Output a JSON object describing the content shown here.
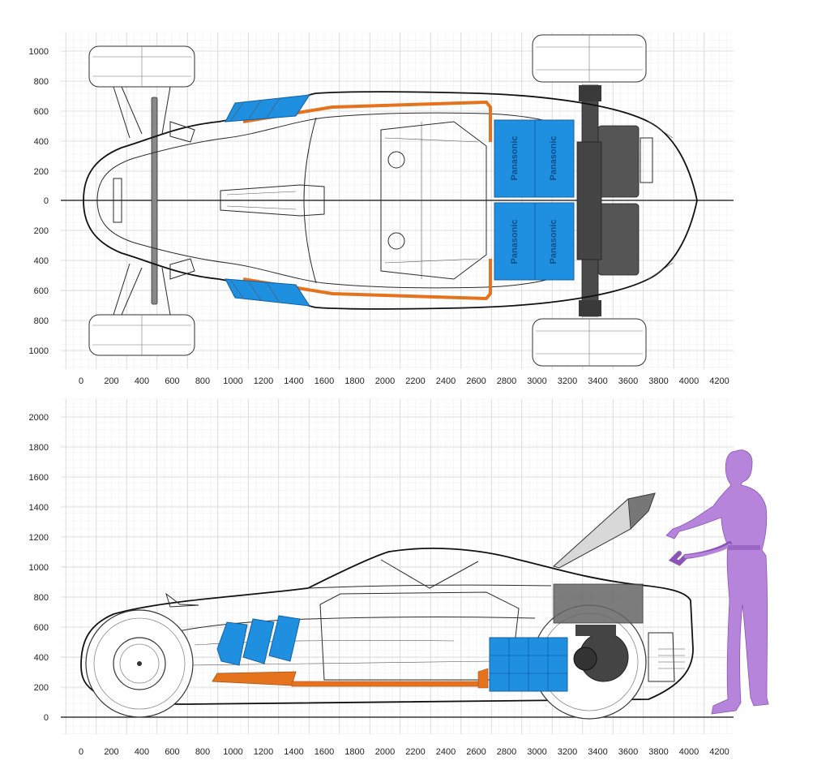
{
  "top_view": {
    "x_ticks": [
      "0",
      "200",
      "400",
      "600",
      "800",
      "1000",
      "1200",
      "1400",
      "1600",
      "1800",
      "2000",
      "2200",
      "2400",
      "2600",
      "2800",
      "3000",
      "3200",
      "3400",
      "3600",
      "3800",
      "4000",
      "4200"
    ],
    "y_ticks": [
      "1000",
      "800",
      "600",
      "400",
      "200",
      "0",
      "200",
      "400",
      "600",
      "800",
      "1000"
    ],
    "battery_labels": [
      "Panasonic",
      "Panasonic",
      "Panasonic",
      "Panasonic"
    ]
  },
  "side_view": {
    "x_ticks": [
      "0",
      "200",
      "400",
      "600",
      "800",
      "1000",
      "1200",
      "1400",
      "1600",
      "1800",
      "2000",
      "2200",
      "2400",
      "2600",
      "2800",
      "3000",
      "3200",
      "3400",
      "3600",
      "3800",
      "4000",
      "4200"
    ],
    "y_ticks": [
      "2000",
      "1800",
      "1600",
      "1400",
      "1200",
      "1000",
      "800",
      "600",
      "400",
      "200",
      "0"
    ]
  },
  "colors": {
    "battery": "#1f8fe0",
    "battery_stroke": "#1560a8",
    "frame": "#e5731e",
    "motor": "#4a4a4a",
    "person": "#b784dc",
    "person_stroke": "#8a55b8"
  }
}
